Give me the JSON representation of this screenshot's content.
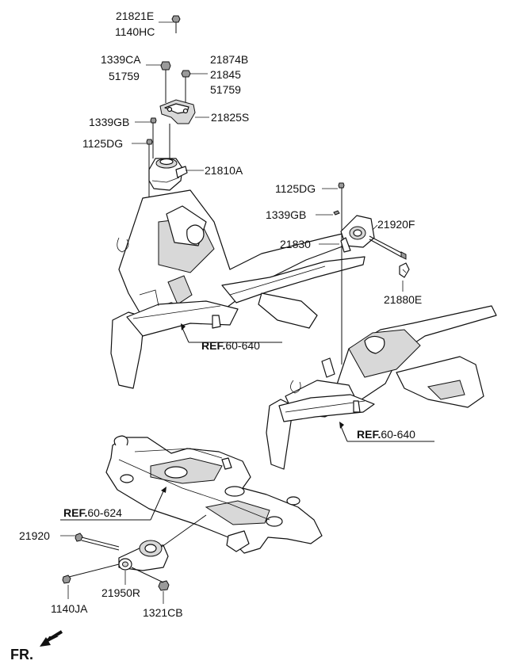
{
  "parts": {
    "p21821E": "21821E",
    "p1140HC": "1140HC",
    "p1339CA": "1339CA",
    "p51759a": "51759",
    "p21874B": "21874B",
    "p21845": "21845",
    "p51759b": "51759",
    "p1339GBa": "1339GB",
    "p21825S": "21825S",
    "p1125DGa": "1125DG",
    "p21810A": "21810A",
    "p1125DGb": "1125DG",
    "p1339GBb": "1339GB",
    "p21920F": "21920F",
    "p21830": "21830",
    "p21880E": "21880E",
    "p21920": "21920",
    "p1140JA": "1140JA",
    "p21950R": "21950R",
    "p1321CB": "1321CB"
  },
  "refs": {
    "ref1_prefix": "REF.",
    "ref1_num": "60-640",
    "ref2_prefix": "REF.",
    "ref2_num": "60-640",
    "ref3_prefix": "REF.",
    "ref3_num": "60-624"
  },
  "fr_label": "FR."
}
